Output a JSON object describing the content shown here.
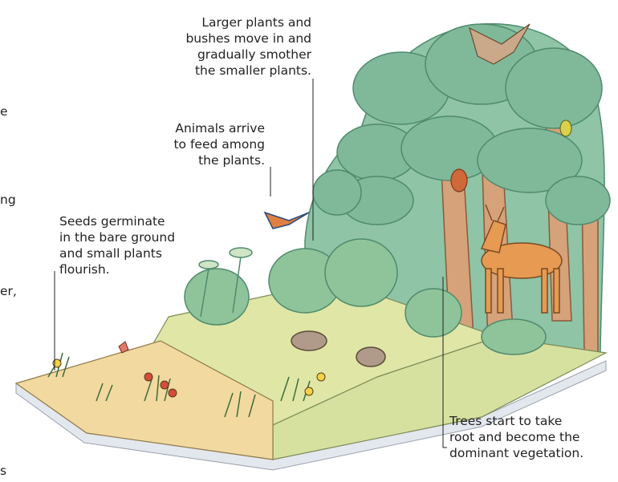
{
  "captions": {
    "larger_plants": [
      "Larger plants and",
      "bushes move in and",
      "gradually smother",
      "the smaller plants."
    ],
    "animals": [
      "Animals arrive",
      "to feed among",
      "the plants."
    ],
    "seeds": [
      "Seeds germinate",
      "in the bare ground",
      "and small plants",
      "flourish."
    ],
    "trees": [
      "Trees start to take",
      "root and become the",
      "dominant vegetation."
    ]
  },
  "cropped_text": {
    "frag1": "e",
    "frag2": "ng",
    "frag3": "er,",
    "frag4": "s"
  },
  "colors": {
    "soil": "#f1d9a0",
    "meadow": "#dfe6a6",
    "leaf": "#7fb99a",
    "leaf_dark": "#5e9f7f",
    "trunk": "#d6a27a",
    "deer": "#e69a52",
    "ground_side": "#e3e7ee"
  }
}
